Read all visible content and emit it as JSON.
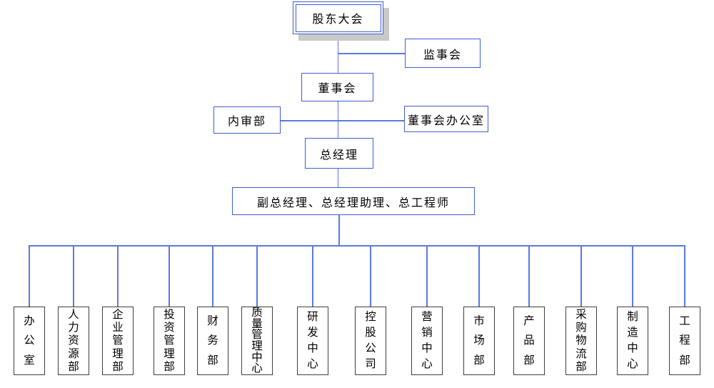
{
  "diagram": {
    "type": "org-chart",
    "nodes": {
      "shareholders_meeting": "股东大会",
      "supervisory_board": "监事会",
      "board_of_directors": "董事会",
      "internal_audit_dept": "内审部",
      "board_office": "董事会办公室",
      "general_manager": "总经理",
      "deputy_row": "副总经理、总经理助理、总工程师"
    },
    "departments": [
      "办公室",
      "人力资源部",
      "企业管理部",
      "投资管理部",
      "财务部",
      "质量管理中心",
      "研发中心",
      "控股公司",
      "营销中心",
      "市场部",
      "产品部",
      "采购物流部",
      "制造中心",
      "工程部"
    ],
    "colors": {
      "connector_blue": "#5B79DF",
      "box_border_blue": "#3D5FD0",
      "dept_border_dark": "#3F3F3F",
      "shadow_gray": "#C9C9C9",
      "text": "#000000",
      "background": "#FFFFFF"
    }
  }
}
